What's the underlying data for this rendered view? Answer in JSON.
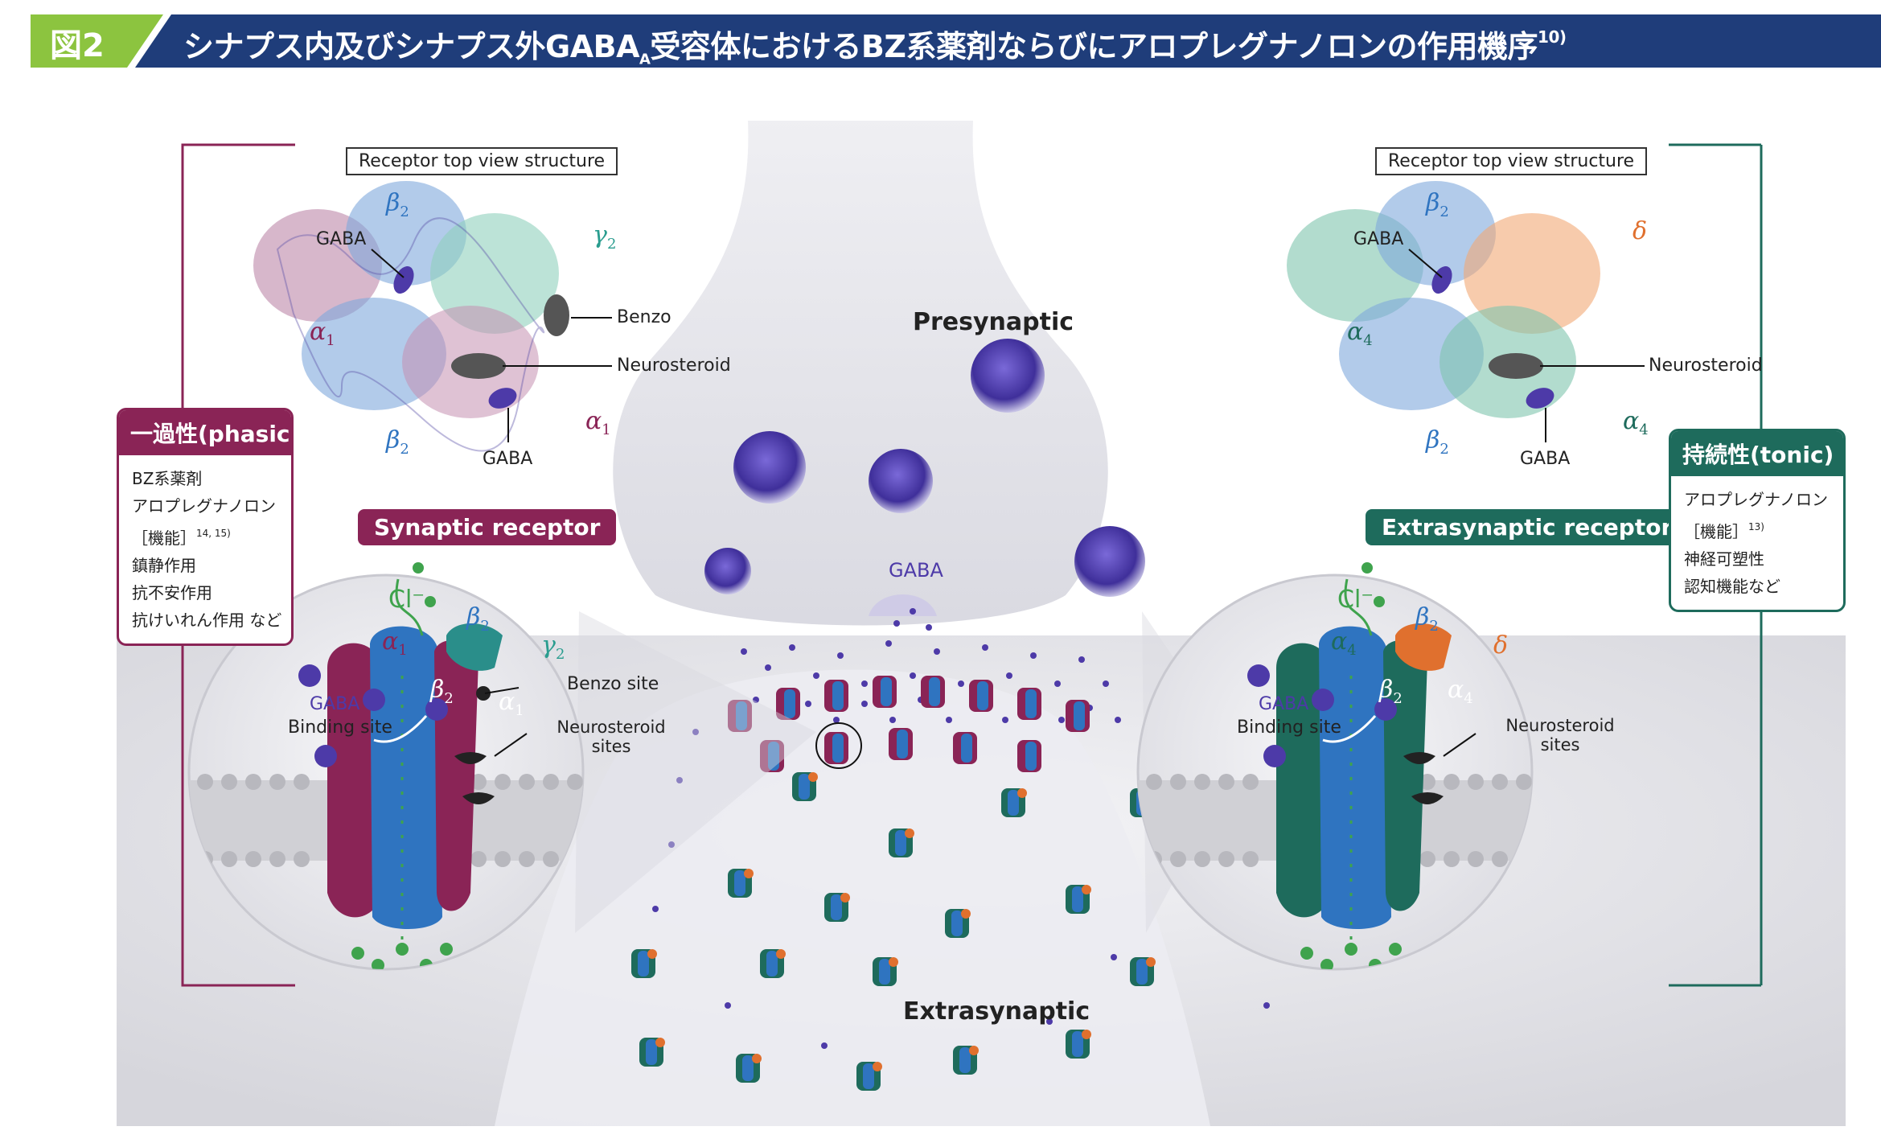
{
  "colors": {
    "banner_navy": "#1f3d7a",
    "banner_green": "#8cc43f",
    "synaptic_magenta": "#8a2456",
    "extrasynaptic_teal": "#1e6b5c",
    "gaba_purple": "#4d3aa8",
    "beta_blue": "#2f74c0",
    "delta_orange": "#e0702e",
    "cl_green": "#3fa34d"
  },
  "header": {
    "figure_label": "図2",
    "title_main": "シナプス内及びシナプス外GABA",
    "title_sub": "A",
    "title_rest": "受容体におけるBZ系薬剤ならびにアロプレグナノロンの作用機序",
    "title_ref": "10)"
  },
  "left": {
    "top_view_label": "Receptor top view structure",
    "subunits": {
      "beta_top": "β",
      "beta_top_n": "2",
      "gamma": "γ",
      "gamma_n": "2",
      "alpha_left": "α",
      "alpha_left_n": "1",
      "alpha_right": "α",
      "alpha_right_n": "1",
      "beta_bottom": "β",
      "beta_bottom_n": "2"
    },
    "labels": {
      "gaba_top": "GABA",
      "benzo": "Benzo",
      "neurosteroid": "Neurosteroid",
      "gaba_bottom": "GABA"
    },
    "receptor_pill": "Synaptic receptor",
    "closeup": {
      "cl": "Cl⁻",
      "beta_top": "β",
      "beta_top_n": "2",
      "gamma": "γ",
      "gamma_n": "2",
      "alpha_outer": "α",
      "alpha_outer_n": "1",
      "beta_inner": "β",
      "beta_inner_n": "2",
      "alpha_inner": "α",
      "alpha_inner_n": "1",
      "gaba": "GABA",
      "binding_site": "Binding site",
      "benzo_site": "Benzo site",
      "neurosteroid_sites_1": "Neurosteroid",
      "neurosteroid_sites_2": "sites"
    },
    "info": {
      "title": "一過性(phasic)",
      "items": [
        "BZ系薬剤",
        "アロプレグナノロン"
      ],
      "func_label": "［機能］",
      "func_ref": "14, 15)",
      "funcs": [
        "鎮静作用",
        "抗不安作用",
        "抗けいれん作用 など"
      ]
    }
  },
  "right": {
    "top_view_label": "Receptor top view structure",
    "subunits": {
      "beta_top": "β",
      "beta_top_n": "2",
      "delta": "δ",
      "alpha_left": "α",
      "alpha_left_n": "4",
      "alpha_right": "α",
      "alpha_right_n": "4",
      "beta_bottom": "β",
      "beta_bottom_n": "2"
    },
    "labels": {
      "gaba_top": "GABA",
      "neurosteroid": "Neurosteroid",
      "gaba_bottom": "GABA"
    },
    "receptor_pill": "Extrasynaptic receptor",
    "closeup": {
      "cl": "Cl⁻",
      "beta_top": "β",
      "beta_top_n": "2",
      "delta": "δ",
      "alpha_outer": "α",
      "alpha_outer_n": "4",
      "beta_inner": "β",
      "beta_inner_n": "2",
      "alpha_inner": "α",
      "alpha_inner_n": "4",
      "gaba": "GABA",
      "binding_site": "Binding site",
      "neurosteroid_sites_1": "Neurosteroid",
      "neurosteroid_sites_2": "sites"
    },
    "info": {
      "title": "持続性(tonic)",
      "items": [
        "アロプレグナノロン"
      ],
      "func_label": "［機能］",
      "func_ref": "13)",
      "funcs": [
        "神経可塑性",
        "認知機能など"
      ]
    }
  },
  "center": {
    "presynaptic": "Presynaptic",
    "gaba": "GABA",
    "extrasynaptic": "Extrasynaptic"
  }
}
